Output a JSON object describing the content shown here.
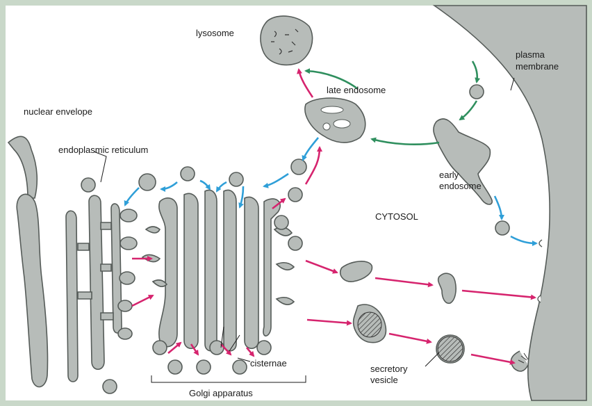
{
  "labels": {
    "lysosome": "lysosome",
    "late_endosome": "late endosome",
    "plasma_membrane_1": "plasma",
    "plasma_membrane_2": "membrane",
    "nuclear_envelope": "nuclear envelope",
    "endoplasmic_reticulum": "endoplasmic reticulum",
    "early_endosome_1": "early",
    "early_endosome_2": "endosome",
    "cytosol": "CYTOSOL",
    "cisternae": "cisternae",
    "secretory_vesicle_1": "secretory",
    "secretory_vesicle_2": "vesicle",
    "golgi_apparatus": "Golgi apparatus"
  },
  "colors": {
    "background": "#c9d8c9",
    "organelle_fill": "#b7bcb9",
    "outline": "#555b58",
    "secretory_pathway": "#d6246e",
    "retrieval_pathway": "#2f9fd8",
    "endocytic_pathway": "#2f8f5e"
  }
}
